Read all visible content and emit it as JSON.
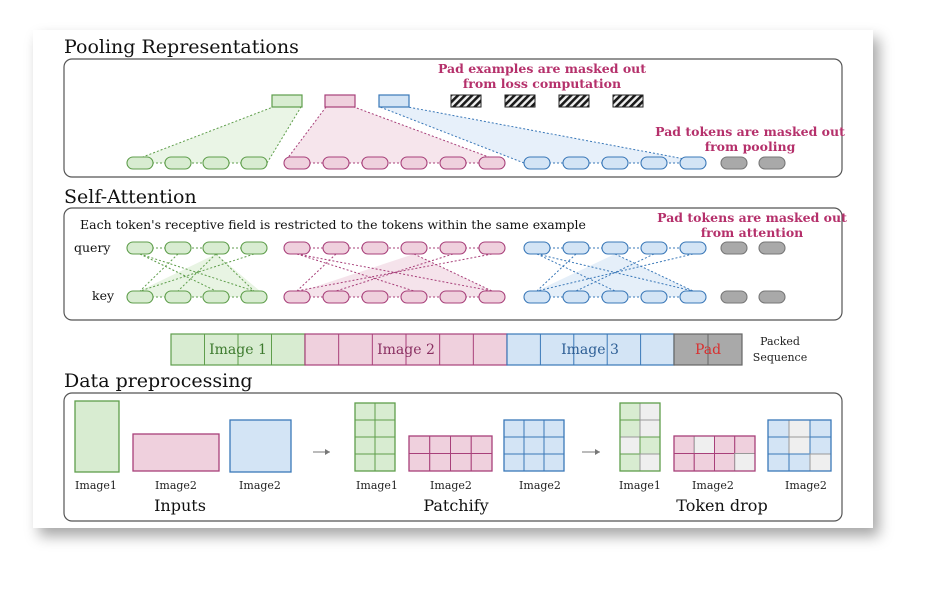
{
  "sections": {
    "pooling_title": "Pooling Representations",
    "attention_title": "Self-Attention",
    "preprocessing_title": "Data preprocessing"
  },
  "pooling": {
    "note_examples_line1": "Pad examples are masked out",
    "note_examples_line2": "from loss computation",
    "note_tokens_line1": "Pad tokens are masked out",
    "note_tokens_line2": "from pooling"
  },
  "attention": {
    "receptive_field_text": "Each token's receptive field is restricted to the tokens within the same example",
    "note_line1": "Pad tokens are masked out",
    "note_line2": "from attention",
    "query_label": "query",
    "key_label": "key"
  },
  "packed": {
    "segments": [
      "Image 1",
      "Image 2",
      "Image 3",
      "Pad"
    ],
    "label_line1": "Packed",
    "label_line2": "Sequence"
  },
  "preprocessing": {
    "inputs_labels": [
      "Image1",
      "Image2",
      "Image2"
    ],
    "patchify_labels": [
      "Image1",
      "Image2",
      "Image2"
    ],
    "tokendrop_labels": [
      "Image1",
      "Image2",
      "Image2"
    ],
    "captions": [
      "Inputs",
      "Patchify",
      "Token drop"
    ]
  },
  "colors": {
    "green_fill": "#d8ecd1",
    "green_stroke": "#5f9e4c",
    "pink_fill": "#efd0dd",
    "pink_stroke": "#a8407a",
    "blue_fill": "#d3e4f5",
    "blue_stroke": "#3a78b8",
    "gray_fill": "#a9a9a9",
    "note": "#b5306b",
    "pad_text": "#d83030"
  }
}
